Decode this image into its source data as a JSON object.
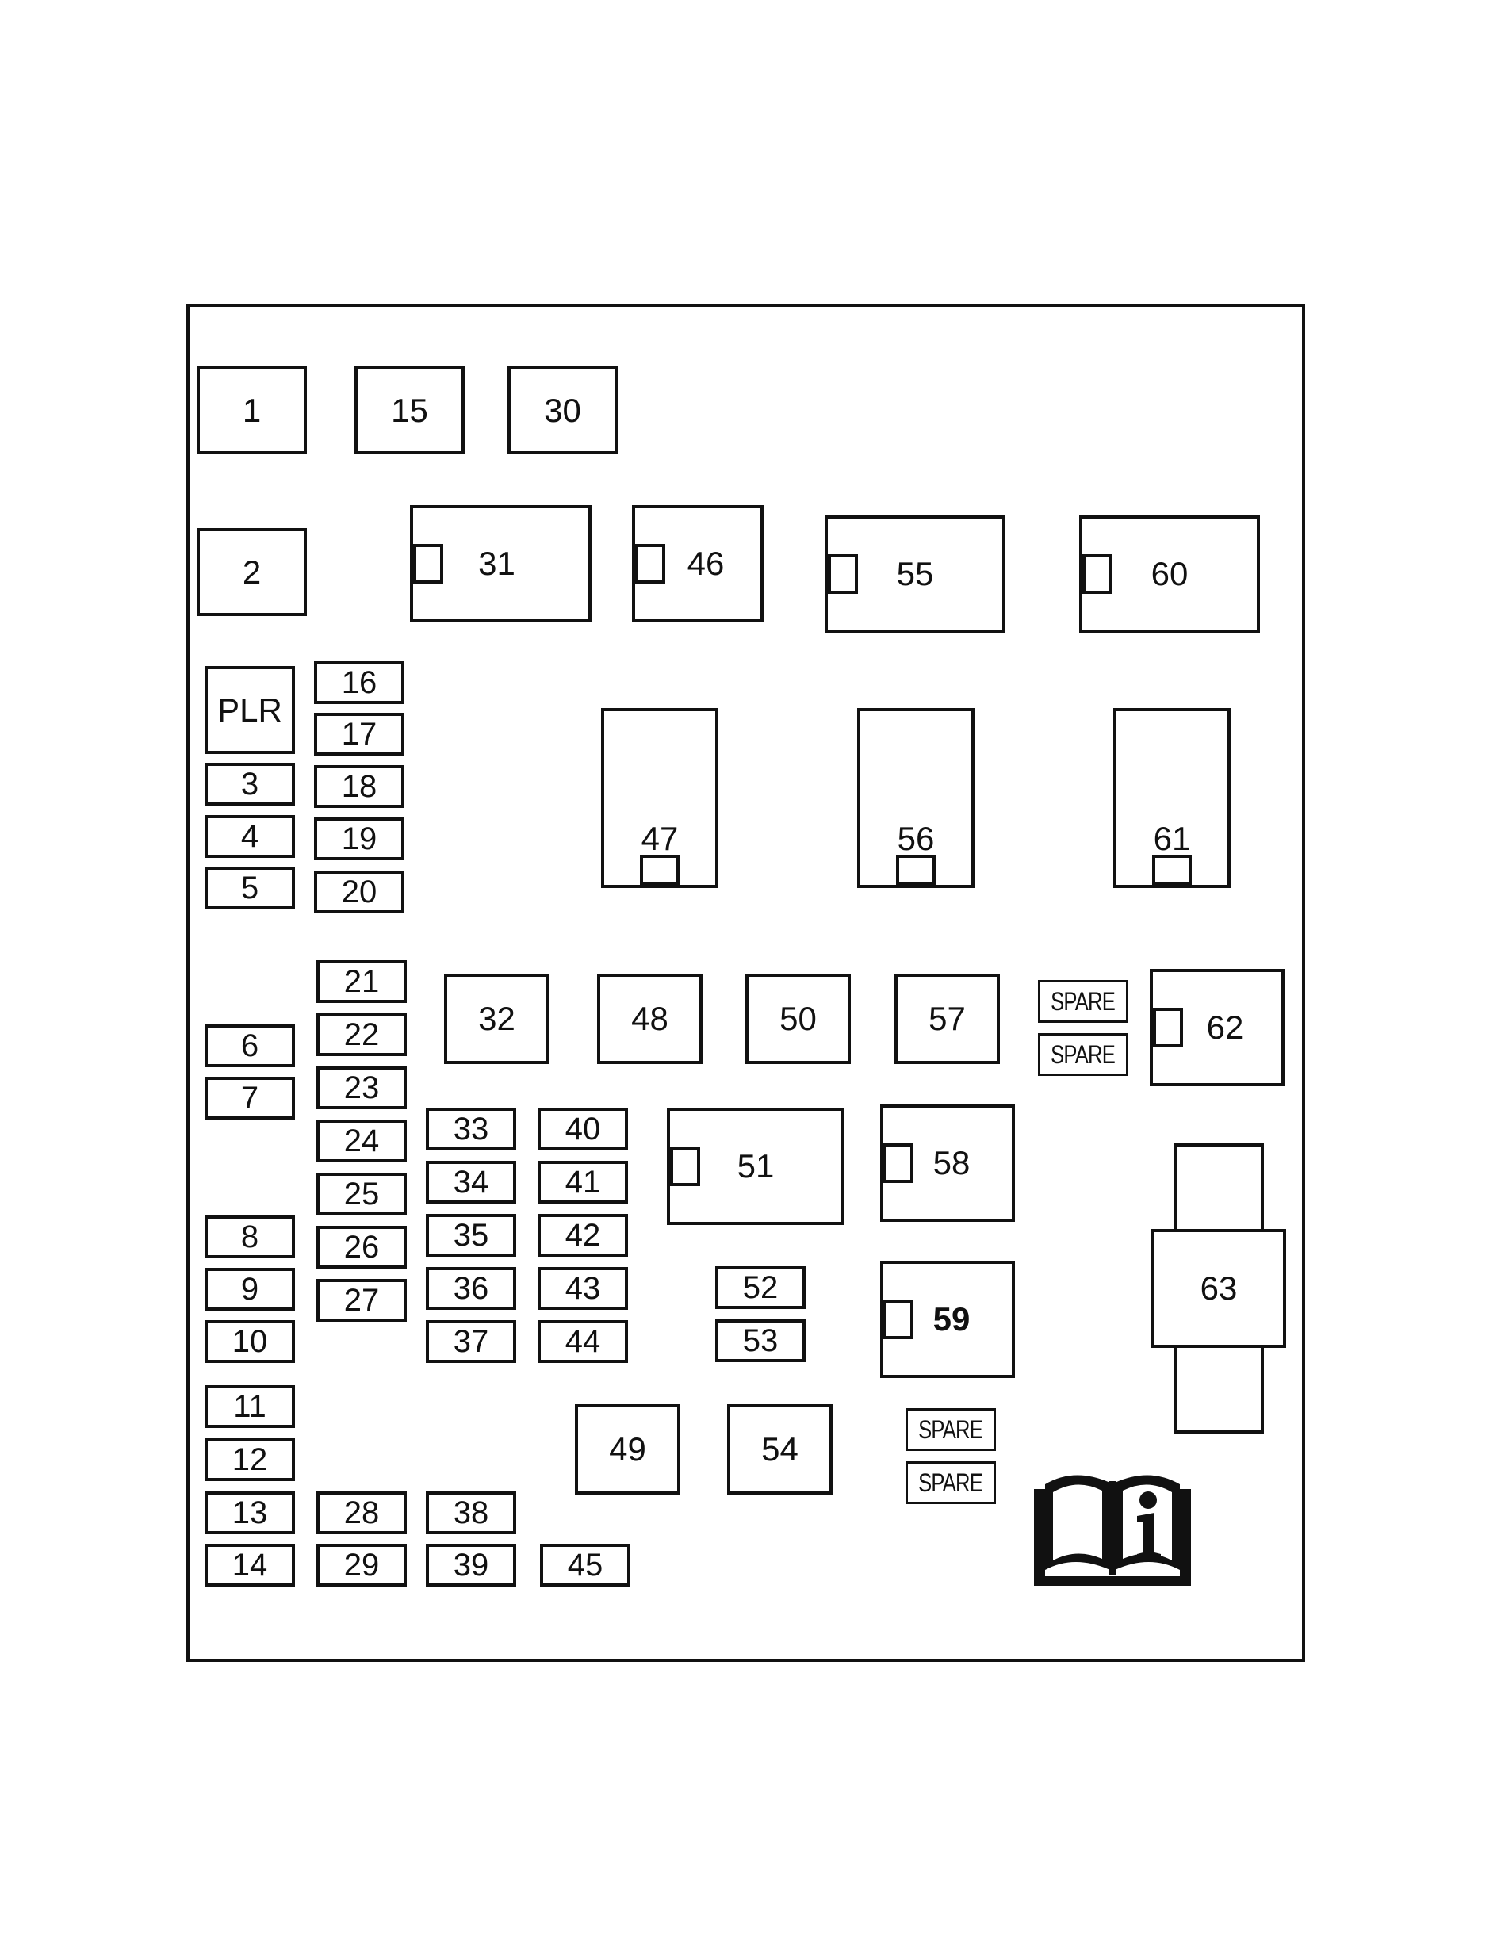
{
  "fuses": {
    "f1": "1",
    "f2": "2",
    "f3": "3",
    "f4": "4",
    "f5": "5",
    "f6": "6",
    "f7": "7",
    "f8": "8",
    "f9": "9",
    "f10": "10",
    "f11": "11",
    "f12": "12",
    "f13": "13",
    "f14": "14",
    "f15": "15",
    "f16": "16",
    "f17": "17",
    "f18": "18",
    "f19": "19",
    "f20": "20",
    "f21": "21",
    "f22": "22",
    "f23": "23",
    "f24": "24",
    "f25": "25",
    "f26": "26",
    "f27": "27",
    "f28": "28",
    "f29": "29",
    "f30": "30",
    "f32": "32",
    "f33": "33",
    "f34": "34",
    "f35": "35",
    "f36": "36",
    "f37": "37",
    "f38": "38",
    "f39": "39",
    "f40": "40",
    "f41": "41",
    "f42": "42",
    "f43": "43",
    "f44": "44",
    "f45": "45",
    "f48": "48",
    "f49": "49",
    "f50": "50",
    "f52": "52",
    "f53": "53",
    "f54": "54",
    "f57": "57",
    "plr": "PLR"
  },
  "relays": {
    "r31": "31",
    "r46": "46",
    "r47": "47",
    "r51": "51",
    "r55": "55",
    "r56": "56",
    "r58": "58",
    "r59": "59",
    "r60": "60",
    "r61": "61",
    "r62": "62",
    "r63": "63"
  },
  "spares": {
    "upper_1": "SPARE",
    "upper_2": "SPARE",
    "lower_1": "SPARE",
    "lower_2": "SPARE"
  },
  "icons": {
    "manual": "owners-manual-info-icon"
  }
}
